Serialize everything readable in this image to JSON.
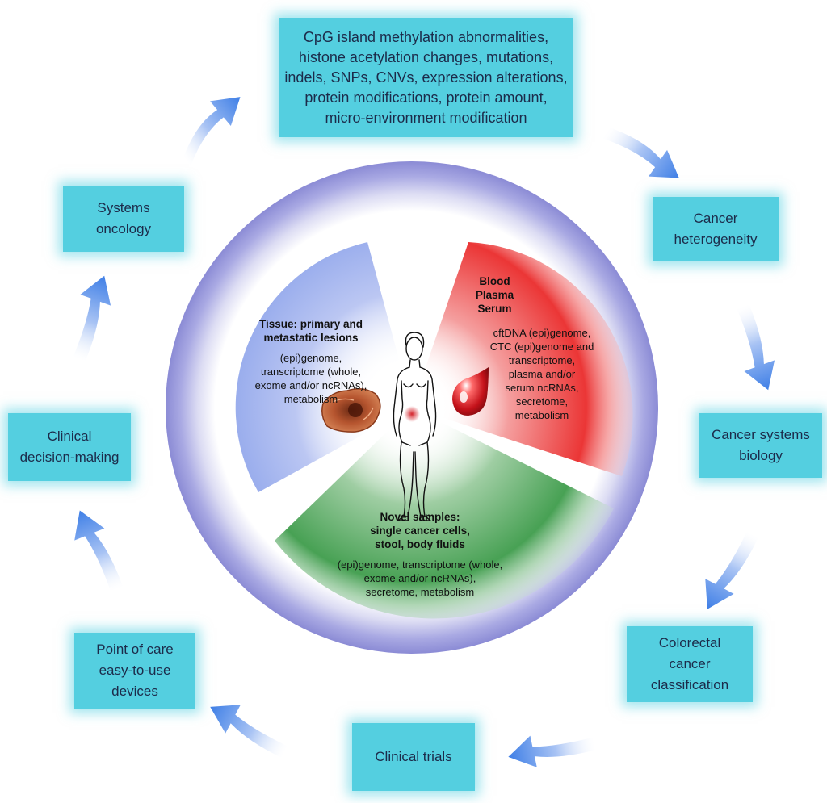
{
  "cycle": {
    "top": [
      "CpG island methylation abnormalities,",
      "histone acetylation changes, mutations,",
      "indels, SNPs, CNVs, expression alterations,",
      "protein modifications, protein amount,",
      "micro-environment modification"
    ],
    "heterogeneity": [
      "Cancer",
      "heterogeneity"
    ],
    "systems_biology": [
      "Cancer systems",
      "biology"
    ],
    "colorectal": [
      "Colorectal",
      "cancer",
      "classification"
    ],
    "trials": [
      "Clinical trials"
    ],
    "point_of_care": [
      "Point of care",
      "easy-to-use",
      "devices"
    ],
    "decision": [
      "Clinical",
      "decision-making"
    ],
    "systems_oncology": [
      "Systems",
      "oncology"
    ]
  },
  "center": {
    "tissue": {
      "heading": [
        "Tissue: primary and",
        "metastatic lesions"
      ],
      "body": [
        "(epi)genome,",
        "transcriptome (whole,",
        "exome and/or ncRNAs),",
        "metabolism"
      ]
    },
    "blood": {
      "heading": [
        "Blood",
        "Plasma",
        "Serum"
      ],
      "body": [
        "cftDNA (epi)genome,",
        "CTC (epi)genome and",
        "transcriptome,",
        "plasma and/or",
        "serum ncRNAs,",
        "secretome,",
        "metabolism"
      ]
    },
    "novel": {
      "heading": [
        "Novel samples:",
        "single cancer cells,",
        "stool, body fluids"
      ],
      "body": [
        "(epi)genome, transcriptome (whole,",
        "exome and/or ncRNAs),",
        "secretome, metabolism"
      ]
    }
  },
  "colors": {
    "box": "#54cfe0",
    "ring": "#8f8fd8",
    "tissue_sector": "#6f8ee8",
    "blood_sector": "#ea2525",
    "novel_sector": "#3b9a4a",
    "arrow": "#4a86e8"
  },
  "icons": [
    "arrow-icon",
    "woman-figure-icon",
    "blood-drop-icon",
    "tissue-sample-icon"
  ]
}
